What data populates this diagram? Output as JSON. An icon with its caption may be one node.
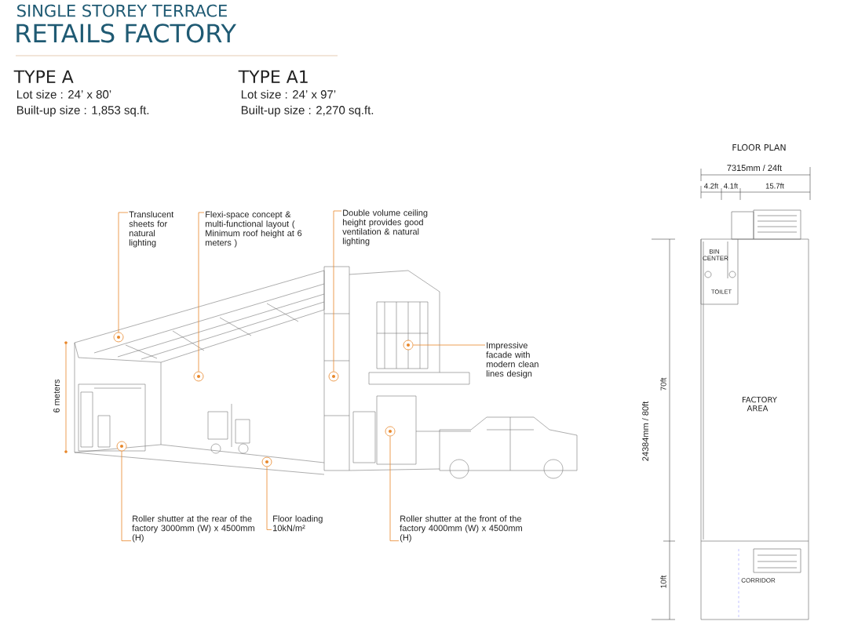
{
  "diagram": {
    "title": "RETAILS FACTORY",
    "nodes": [
      {
        "text": [
          "Translucent sheets for natural lighting"
        ]
      },
      {
        "text": [
          "Flexi-space concept & multi-functional layout ( Minimum roof height at 6 meters )"
        ]
      },
      {
        "text": [
          "Double volume ceiling height provides good ventilation & natural lighting"
        ]
      },
      {
        "text": [
          "Impressive facade with modern clean lines design"
        ]
      },
      {
        "text": [
          "Roller shutter at the rear of the factory 3000mm (W) x 4500mm (H)"
        ]
      },
      {
        "text": [
          "Floor loading 10kN/m²"
        ]
      },
      {
        "text": [
          "Roller shutter at the front of the factory 4000mm (W) x 4500mm (H)"
        ]
      },
      {
        "text": [],
        "shape": "circle"
      },
      {
        "text": [],
        "shape": "circle"
      },
      {
        "text": [],
        "shape": "circle"
      },
      {
        "text": [],
        "shape": "circle"
      },
      {
        "text": [],
        "shape": "circle"
      },
      {
        "text": [],
        "shape": "circle"
      },
      {
        "text": [],
        "shape": "circle"
      }
    ],
    "edges": [
      {
        "from": 0,
        "to": 7,
        "arrow": "none"
      },
      {
        "from": 1,
        "to": 8,
        "arrow": "none"
      },
      {
        "from": 2,
        "to": 9,
        "arrow": "none"
      },
      {
        "from": 3,
        "to": 10,
        "arrow": "none"
      },
      {
        "from": 4,
        "to": 11,
        "arrow": "none"
      },
      {
        "from": 5,
        "to": 12,
        "arrow": "none"
      },
      {
        "from": 6,
        "to": 13,
        "arrow": "none"
      }
    ],
    "labels": [
      "SINGLE STOREY TERRACE",
      "TYPE A",
      "Lot size : 24’ x 80’",
      "Built-up size : 1,853 sq.ft.",
      "TYPE A1",
      "Lot size : 24’ x 97’",
      "Built-up size : 2,270 sq.ft.",
      "FLOOR PLAN",
      "7315mm / 24ft",
      "4.2ft",
      "4.1ft",
      "15.7ft",
      "BIN CENTER",
      "TOILET",
      "6 meters",
      "70ft",
      "24384mm / 80ft",
      "FACTORY AREA",
      "10ft",
      "CORRIDOR"
    ]
  }
}
